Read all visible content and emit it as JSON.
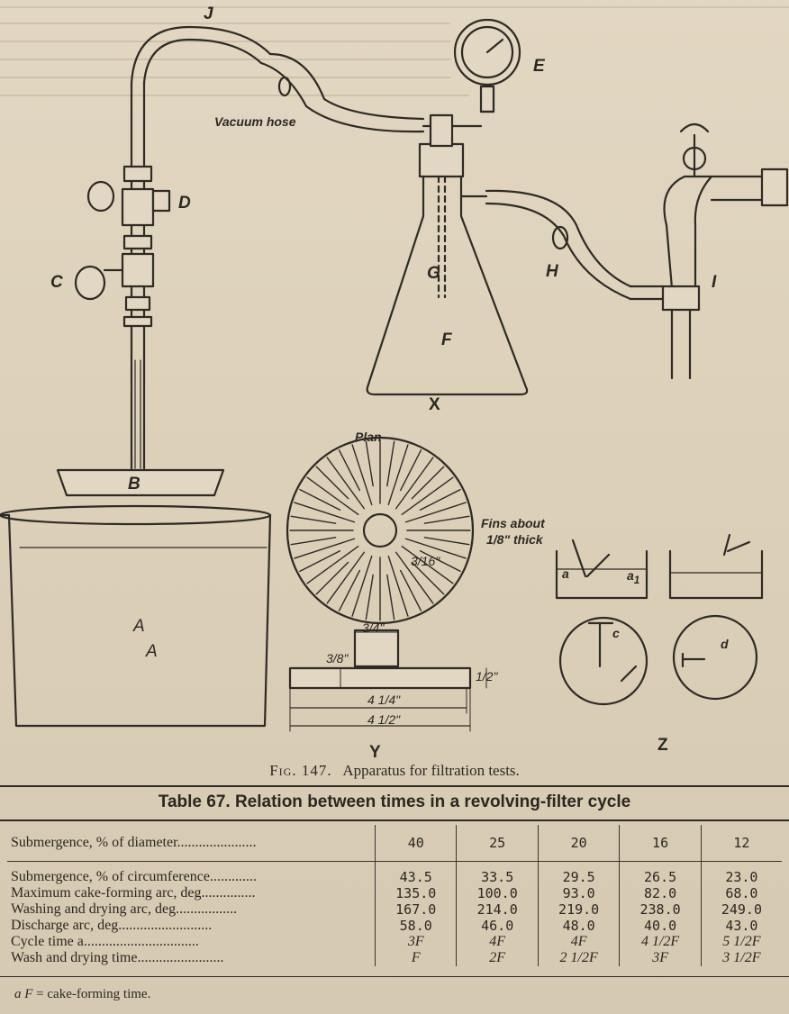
{
  "figure": {
    "labels": {
      "J": "J",
      "E": "E",
      "D": "D",
      "C": "C",
      "B": "B",
      "G": "G",
      "F": "F",
      "H": "H",
      "I": "I",
      "X": "X",
      "Y": "Y",
      "Z": "Z",
      "A1": "A",
      "A2": "A",
      "a": "a",
      "a1": "a",
      "a1_sub": "1",
      "c": "c",
      "d": "d"
    },
    "vacuum_hose": "Vacuum hose",
    "plan": "Plan",
    "fins_note": "Fins about",
    "fins_note_2": "1/8\" thick",
    "dim_414": "4 1/4\"",
    "dim_412": "4 1/2\"",
    "dim_34": "3/4\"",
    "dim_38": "3/8\"",
    "dim_12": "1/2\"",
    "dim_316": "3/16\""
  },
  "caption": {
    "fig_label": "Fig. 147.",
    "text": "Apparatus for filtration tests."
  },
  "table": {
    "title": "Table 67.  Relation between times in a revolving-filter cycle",
    "header_label": "Submergence, % of diameter",
    "columns": [
      "40",
      "25",
      "20",
      "16",
      "12"
    ],
    "rows": [
      {
        "label": "Submergence, % of circumference",
        "values": [
          "43.5",
          "33.5",
          "29.5",
          "26.5",
          "23.0"
        ]
      },
      {
        "label": "Maximum cake-forming arc, deg",
        "values": [
          "135.0",
          "100.0",
          "93.0",
          "82.0",
          "68.0"
        ]
      },
      {
        "label": "Washing and drying arc, deg",
        "values": [
          "167.0",
          "214.0",
          "219.0",
          "238.0",
          "249.0"
        ]
      },
      {
        "label": "Discharge arc, deg",
        "values": [
          "58.0",
          "46.0",
          "48.0",
          "40.0",
          "43.0"
        ]
      },
      {
        "label": "Cycle time a",
        "values": [
          "3F",
          "4F",
          "4F",
          "4 1/2F",
          "5 1/2F"
        ]
      },
      {
        "label": "Wash and drying time",
        "values": [
          "F",
          "2F",
          "2 1/2F",
          "3F",
          "3 1/2F"
        ]
      }
    ],
    "footnote": "a F = cake-forming time."
  }
}
